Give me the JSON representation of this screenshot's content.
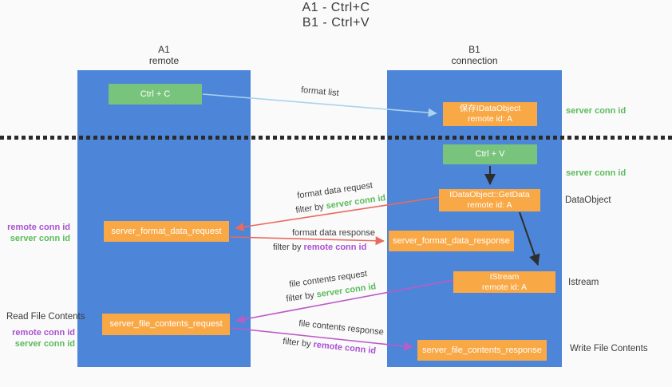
{
  "title": {
    "line1": "A1 - Ctrl+C",
    "line2": "B1 - Ctrl+V"
  },
  "lanes": {
    "left": {
      "title": "A1",
      "subtitle": "remote"
    },
    "right": {
      "title": "B1",
      "subtitle": "connection"
    }
  },
  "nodes": {
    "ctrl_c": {
      "label": "Ctrl + C"
    },
    "ctrl_v": {
      "label": "Ctrl + V"
    },
    "save_idataobject": {
      "line1": "保存IDataObject",
      "line2": "remote id: A"
    },
    "getdata": {
      "line1": "IDataObject::GetData",
      "line2": "remote id: A"
    },
    "istream": {
      "line1": "IStream",
      "line2": "remote id: A"
    },
    "server_format_data_request": {
      "label": "server_format_data_request"
    },
    "server_format_data_response": {
      "label": "server_format_data_response"
    },
    "server_file_contents_request": {
      "label": "server_file_contents_request"
    },
    "server_file_contents_response": {
      "label": "server_file_contents_response"
    }
  },
  "edge_labels": {
    "format_list": "format list",
    "format_data_request": "format data request",
    "format_data_response": "format data response",
    "file_contents_request": "file contents request",
    "file_contents_response": "file contents response",
    "filter_by": "filter by",
    "server_conn_id": "server conn id",
    "remote_conn_id": "remote conn id"
  },
  "side_labels": {
    "server_conn_id_top": "server conn id",
    "server_conn_id_mid": "server conn id",
    "dataobject": "DataObject",
    "istream": "Istream",
    "write_file_contents": "Write File Contents",
    "read_file_contents": "Read File Contents",
    "remote_conn_id": "remote conn id",
    "server_conn_id": "server conn id"
  },
  "colors": {
    "lane_blue": "#4D85D8",
    "node_orange": "#F9A846",
    "node_green": "#79C47C",
    "arrow_red": "#E96A5F",
    "arrow_magenta": "#BC5BC6",
    "arrow_light_blue": "#A9D3EE",
    "arrow_black": "#2E2E2E",
    "text_green": "#5CBB5C",
    "text_purple": "#A952D2",
    "text_dark": "#3D3D3D"
  }
}
